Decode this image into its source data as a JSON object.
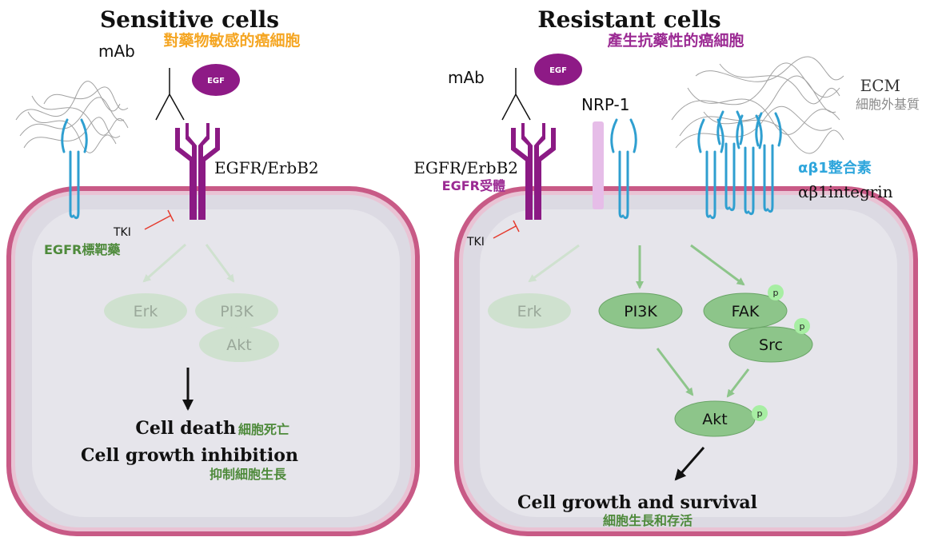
{
  "colors": {
    "cell_fill": "#dcdae3",
    "membrane": "#c85a86",
    "egfr": "#8b1a84",
    "egf": "#8e1a86",
    "integrin": "#2f9fd0",
    "nrp1": "#e6bde8",
    "green_active": "#8dc58a",
    "green_faded": "#cfe1cf",
    "orange_cn": "#f5a623",
    "purple_cn": "#9b2a93",
    "green_cn": "#4e8a3b",
    "blue_cn": "#2fa6dc",
    "red_tki": "#e53b2e",
    "phospho": "#a7eea3"
  },
  "left": {
    "title": "Sensitive cells",
    "subtitle_cn": "對藥物敏感的癌細胞",
    "mab": "mAb",
    "egf": "EGF",
    "receptor": "EGFR/ErbB2",
    "tki": "TKI",
    "tki_cn": "EGFR標靶藥",
    "erk": "Erk",
    "pi3k": "PI3K",
    "akt": "Akt",
    "outcome1": "Cell death",
    "outcome1_cn": "細胞死亡",
    "outcome2": "Cell growth inhibition",
    "outcome2_cn": "抑制細胞生長"
  },
  "right": {
    "title": "Resistant cells",
    "subtitle_cn": "產生抗藥性的癌細胞",
    "mab": "mAb",
    "egf": "EGF",
    "nrp1": "NRP-1",
    "ecm": "ECM",
    "ecm_cn": "細胞外基質",
    "receptor": "EGFR/ErbB2",
    "receptor_cn": "EGFR受體",
    "integrin_cn": "αβ1整合素",
    "integrin": "αβ1integrin",
    "tki": "TKI",
    "erk": "Erk",
    "pi3k": "PI3K",
    "fak": "FAK",
    "src": "Src",
    "akt": "Akt",
    "phospho": "p",
    "outcome": "Cell growth and survival",
    "outcome_cn": "細胞生長和存活"
  }
}
